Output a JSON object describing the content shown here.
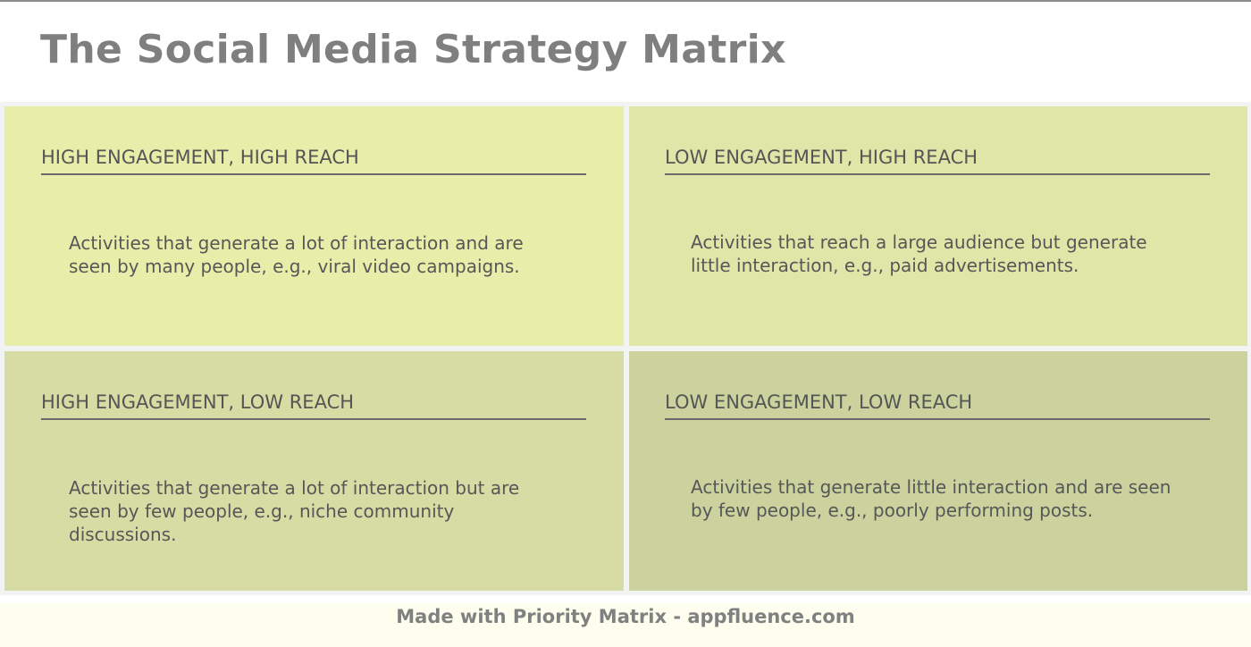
{
  "page": {
    "title": "The Social Media Strategy Matrix"
  },
  "matrix": {
    "quadrants": [
      {
        "heading": "HIGH ENGAGEMENT, HIGH REACH",
        "description": "Activities that generate a lot of interaction and are seen by many people, e.g., viral video campaigns.",
        "color": "#e8eeaa"
      },
      {
        "heading": "LOW ENGAGEMENT, HIGH REACH",
        "description": "Activities that reach a large audience but generate little interaction, e.g., paid advertisements.",
        "color": "#e0e6a8"
      },
      {
        "heading": "HIGH ENGAGEMENT, LOW REACH",
        "description": "Activities that generate a lot of interaction but are seen by few people, e.g., niche community discussions.",
        "color": "#d6dca3"
      },
      {
        "heading": "LOW ENGAGEMENT, LOW REACH",
        "description": "Activities that generate little interaction and are seen by few people, e.g., poorly performing posts.",
        "color": "#cbd29d"
      }
    ]
  },
  "footer": {
    "text": "Made with Priority Matrix - appfluence.com"
  }
}
